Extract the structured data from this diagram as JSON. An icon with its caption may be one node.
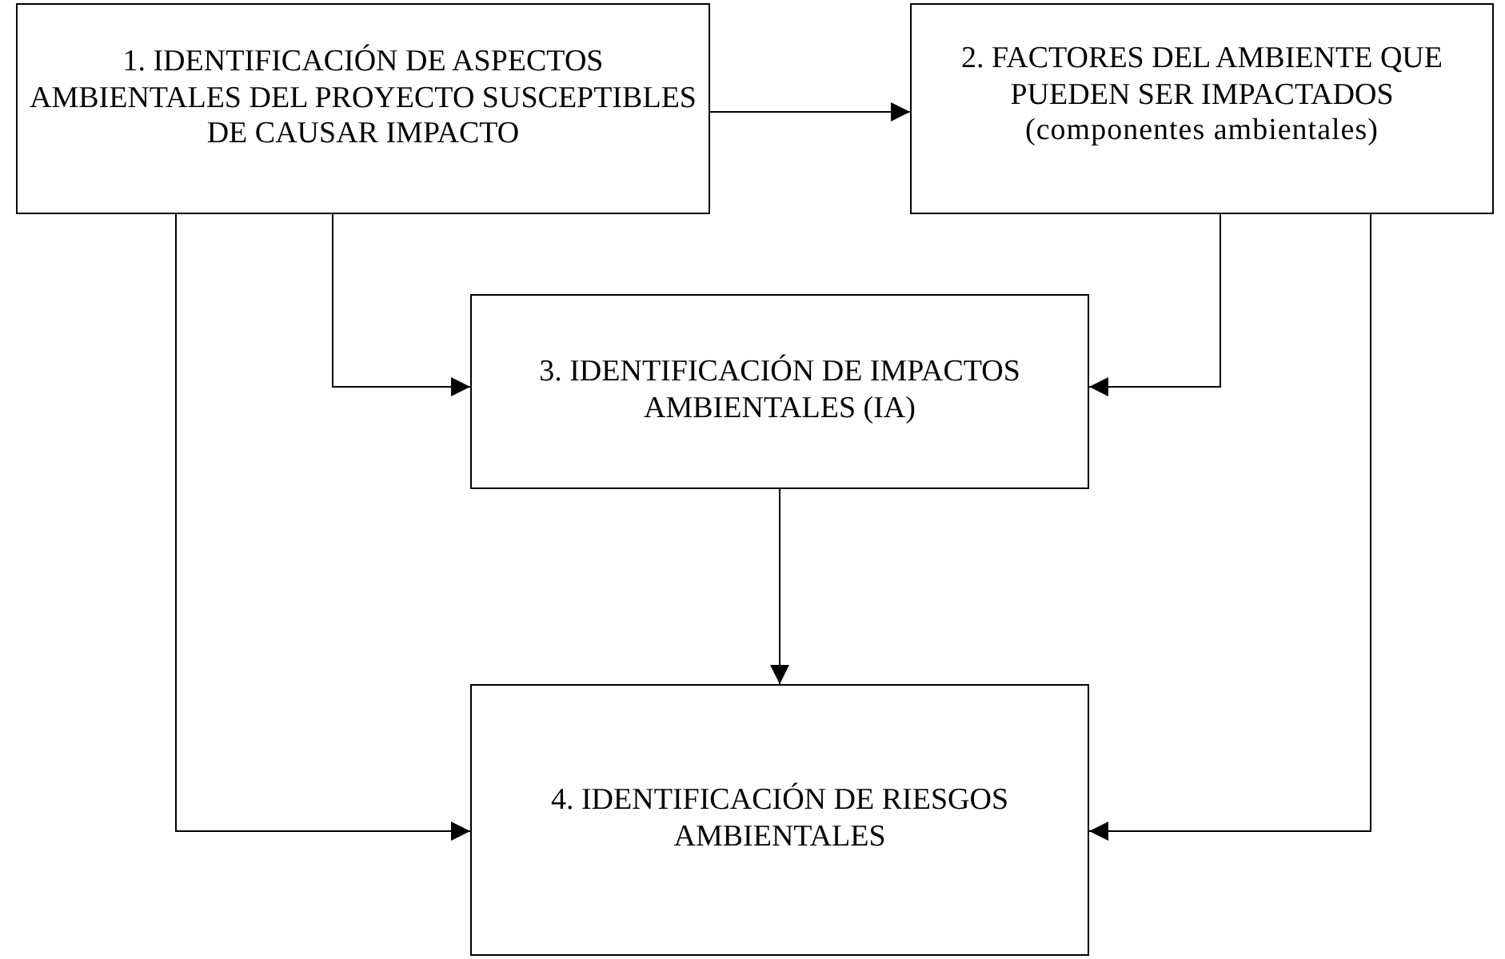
{
  "diagram": {
    "nodes": [
      {
        "text": [
          "1. IDENTIFICACIÓN DE ASPECTOS AMBIENTALES DEL PROYECTO SUSCEPTIBLES DE CAUSAR IMPACTO"
        ]
      },
      {
        "text": [
          "2. FACTORES DEL AMBIENTE QUE PUEDEN SER IMPACTADOS",
          "(componentes ambientales)"
        ]
      },
      {
        "text": [
          "3. IDENTIFICACIÓN DE IMPACTOS AMBIENTALES (IA)"
        ]
      },
      {
        "text": [
          "4. IDENTIFICACIÓN DE RIESGOS AMBIENTALES"
        ]
      }
    ],
    "edges": [
      {
        "from": 0,
        "to": 1,
        "arrow": "to"
      },
      {
        "from": 0,
        "to": 2,
        "arrow": "to"
      },
      {
        "from": 1,
        "to": 2,
        "arrow": "to"
      },
      {
        "from": 2,
        "to": 3,
        "arrow": "to"
      },
      {
        "from": 0,
        "to": 3,
        "arrow": "to"
      },
      {
        "from": 1,
        "to": 3,
        "arrow": "to"
      }
    ]
  }
}
